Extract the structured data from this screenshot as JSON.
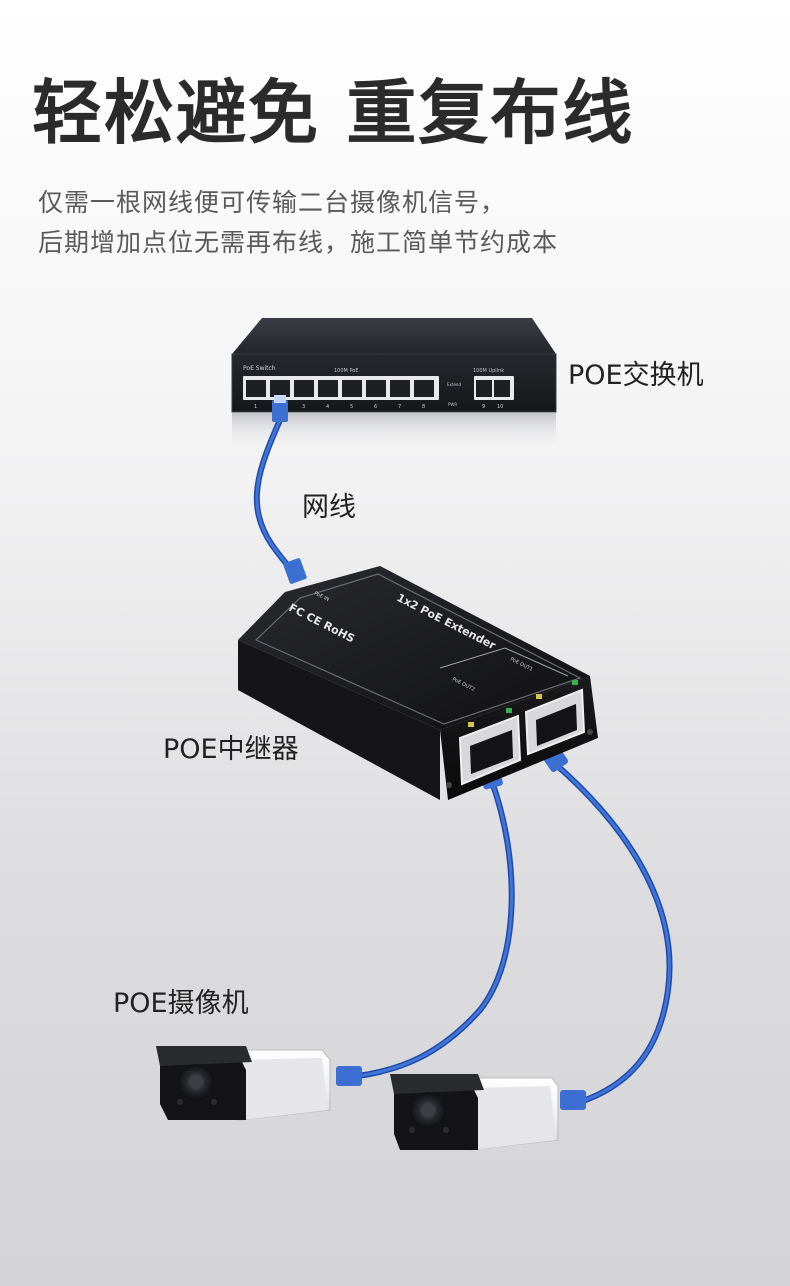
{
  "headline": "轻松避免 重复布线",
  "description": {
    "line1": "仅需一根网线便可传输二台摄像机信号，",
    "line2": "后期增加点位无需再布线，施工简单节约成本"
  },
  "labels": {
    "switch": "POE交换机",
    "cable": "网线",
    "extender": "POE中继器",
    "camera": "POE摄像机"
  },
  "switch_device": {
    "name": "PoE Switch",
    "poe_group": "100M PoE",
    "uplink_group": "100M Uplink",
    "extend_label": "Extend",
    "pwr_label": "PWR",
    "port_numbers": [
      "1",
      "2",
      "3",
      "4",
      "5",
      "6",
      "7",
      "8",
      "9",
      "10"
    ]
  },
  "extender_device": {
    "model": "1x2 PoE Extender",
    "cert_marks": "FC CE RoHS",
    "in_label": "PoE IN",
    "out1_label": "PoE OUT1",
    "out2_label": "PoE OUT2"
  },
  "colors": {
    "cable": "#2f5fc4",
    "device_body": "#1c1c1e",
    "camera_body": "#f2f2f2"
  }
}
